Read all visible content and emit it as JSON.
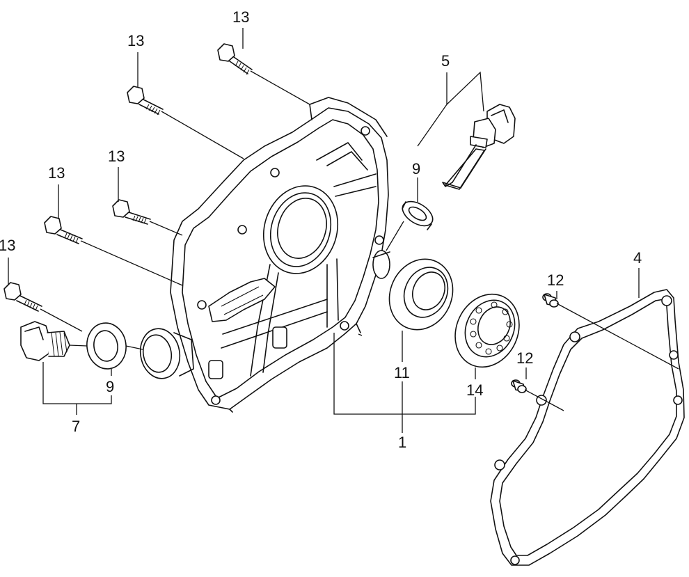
{
  "callouts": {
    "c1": "1",
    "c4": "4",
    "c5": "5",
    "c7": "7",
    "c9a": "9",
    "c9b": "9",
    "c11": "11",
    "c12a": "12",
    "c12b": "12",
    "c13a": "13",
    "c13b": "13",
    "c13c": "13",
    "c13d": "13",
    "c13e": "13",
    "c14": "14"
  }
}
